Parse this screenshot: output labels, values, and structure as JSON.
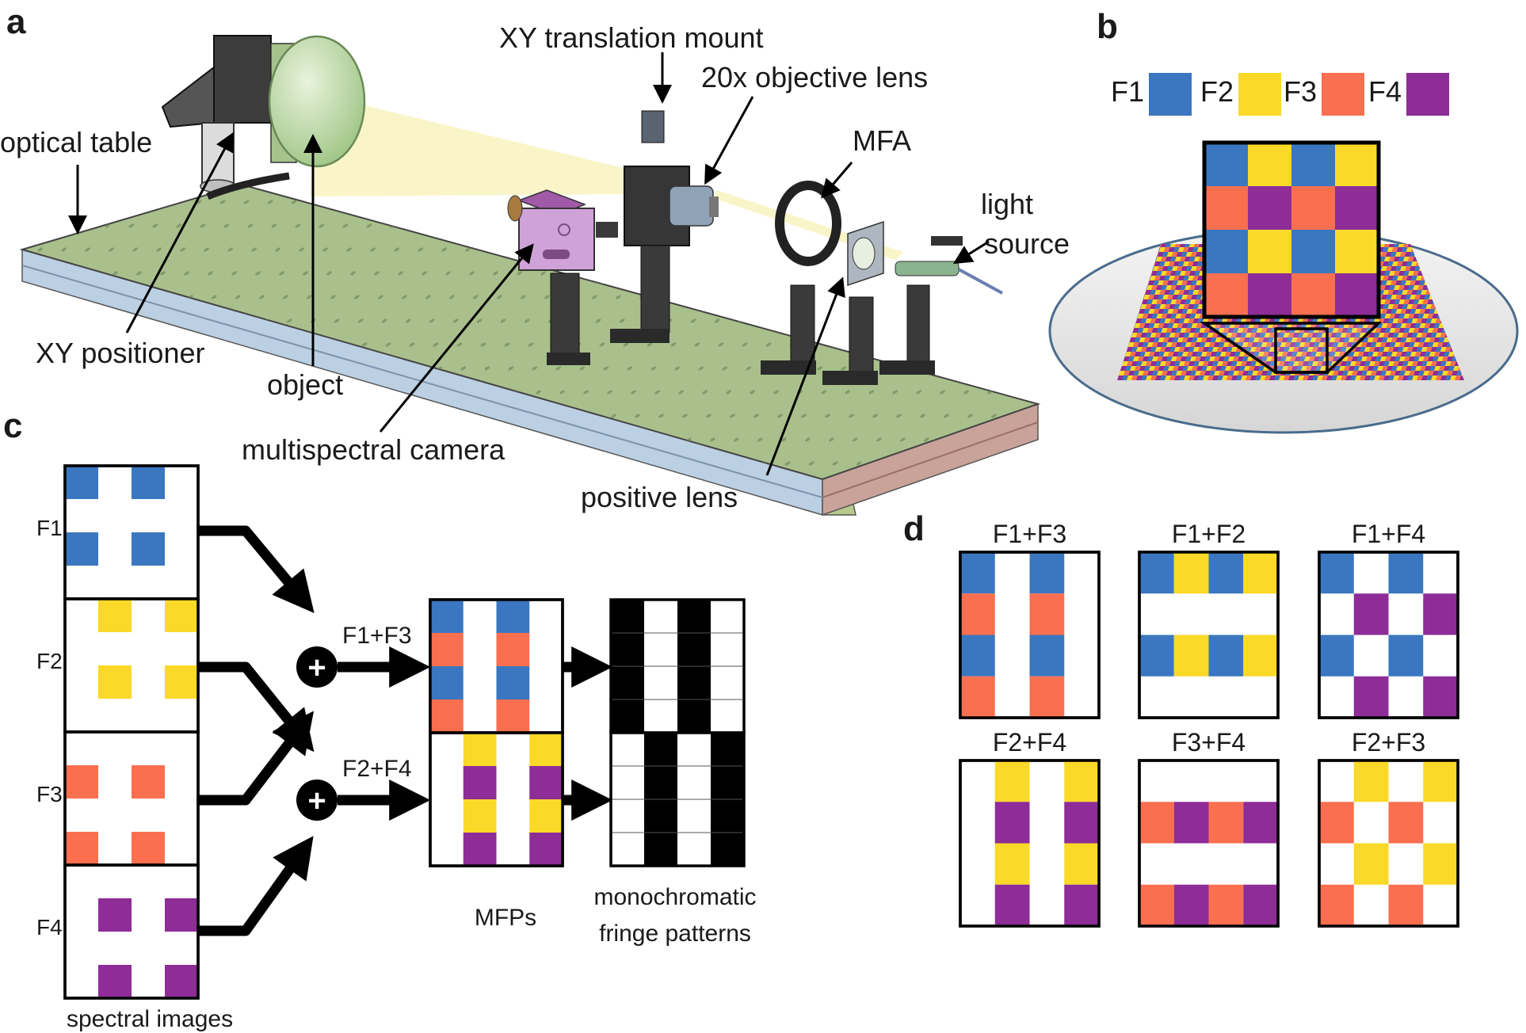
{
  "panels": {
    "a": "a",
    "b": "b",
    "c": "c",
    "d": "d"
  },
  "colors": {
    "F1": "#3a77c0",
    "F2": "#fad928",
    "F3": "#f96f4f",
    "F4": "#8e2c98",
    "table": "#a9c08c",
    "table_edge": "#bcd0e3",
    "lens": "#c9e0b0",
    "beam": "#f8f3bf",
    "camera": "#cfa2d8"
  },
  "panel_a": {
    "labels": {
      "xy_mount": "XY translation mount",
      "objective": "20x objective lens",
      "optical_table": "optical table",
      "mfa": "MFA",
      "light_source": "light source",
      "xy_positioner": "XY positioner",
      "object": "object",
      "camera": "multispectral camera",
      "positive_lens": "positive lens"
    }
  },
  "panel_b": {
    "legend": [
      {
        "name": "F1",
        "color": "F1"
      },
      {
        "name": "F2",
        "color": "F2"
      },
      {
        "name": "F3",
        "color": "F3"
      },
      {
        "name": "F4",
        "color": "F4"
      }
    ],
    "mosaic": [
      [
        "F1",
        "F2",
        "F1",
        "F2"
      ],
      [
        "F3",
        "F4",
        "F3",
        "F4"
      ],
      [
        "F1",
        "F2",
        "F1",
        "F2"
      ],
      [
        "F3",
        "F4",
        "F3",
        "F4"
      ]
    ]
  },
  "panel_c": {
    "spectral": [
      {
        "name": "F1",
        "color": "F1",
        "pattern": [
          [
            1,
            0,
            1,
            0
          ],
          [
            0,
            0,
            0,
            0
          ],
          [
            1,
            0,
            1,
            0
          ],
          [
            0,
            0,
            0,
            0
          ]
        ]
      },
      {
        "name": "F2",
        "color": "F2",
        "pattern": [
          [
            0,
            1,
            0,
            1
          ],
          [
            0,
            0,
            0,
            0
          ],
          [
            0,
            1,
            0,
            1
          ],
          [
            0,
            0,
            0,
            0
          ]
        ]
      },
      {
        "name": "F3",
        "color": "F3",
        "pattern": [
          [
            0,
            0,
            0,
            0
          ],
          [
            1,
            0,
            1,
            0
          ],
          [
            0,
            0,
            0,
            0
          ],
          [
            1,
            0,
            1,
            0
          ]
        ]
      },
      {
        "name": "F4",
        "color": "F4",
        "pattern": [
          [
            0,
            0,
            0,
            0
          ],
          [
            0,
            1,
            0,
            1
          ],
          [
            0,
            0,
            0,
            0
          ],
          [
            0,
            1,
            0,
            1
          ]
        ]
      }
    ],
    "plus": "+",
    "sum_labels": [
      "F1+F3",
      "F2+F4"
    ],
    "mfp_top": [
      [
        "F1",
        "",
        "F1",
        ""
      ],
      [
        "F3",
        "",
        "F3",
        ""
      ],
      [
        "F1",
        "",
        "F1",
        ""
      ],
      [
        "F3",
        "",
        "F3",
        ""
      ]
    ],
    "mfp_bottom": [
      [
        "",
        "F2",
        "",
        "F2"
      ],
      [
        "",
        "F4",
        "",
        "F4"
      ],
      [
        "",
        "F2",
        "",
        "F2"
      ],
      [
        "",
        "F4",
        "",
        "F4"
      ]
    ],
    "mono_top": [
      1,
      0,
      1,
      0
    ],
    "mono_bottom": [
      0,
      1,
      0,
      1
    ],
    "caption_spectral": "spectral images",
    "caption_mfps": "MFPs",
    "caption_mono_1": "monochromatic",
    "caption_mono_2": "fringe patterns"
  },
  "panel_d": {
    "combos": [
      {
        "title": "F1+F3",
        "grid": [
          [
            "F1",
            "",
            "F1",
            ""
          ],
          [
            "F3",
            "",
            "F3",
            ""
          ],
          [
            "F1",
            "",
            "F1",
            ""
          ],
          [
            "F3",
            "",
            "F3",
            ""
          ]
        ]
      },
      {
        "title": "F1+F2",
        "grid": [
          [
            "F1",
            "F2",
            "F1",
            "F2"
          ],
          [
            "",
            "",
            "",
            ""
          ],
          [
            "F1",
            "F2",
            "F1",
            "F2"
          ],
          [
            "",
            "",
            "",
            ""
          ]
        ]
      },
      {
        "title": "F1+F4",
        "grid": [
          [
            "F1",
            "",
            "F1",
            ""
          ],
          [
            "",
            "F4",
            "",
            "F4"
          ],
          [
            "F1",
            "",
            "F1",
            ""
          ],
          [
            "",
            "F4",
            "",
            "F4"
          ]
        ]
      },
      {
        "title": "F2+F4",
        "grid": [
          [
            "",
            "F2",
            "",
            "F2"
          ],
          [
            "",
            "F4",
            "",
            "F4"
          ],
          [
            "",
            "F2",
            "",
            "F2"
          ],
          [
            "",
            "F4",
            "",
            "F4"
          ]
        ]
      },
      {
        "title": "F3+F4",
        "grid": [
          [
            "",
            "",
            "",
            ""
          ],
          [
            "F3",
            "F4",
            "F3",
            "F4"
          ],
          [
            "",
            "",
            "",
            ""
          ],
          [
            "F3",
            "F4",
            "F3",
            "F4"
          ]
        ]
      },
      {
        "title": "F2+F3",
        "grid": [
          [
            "",
            "F2",
            "",
            "F2"
          ],
          [
            "F3",
            "",
            "F3",
            ""
          ],
          [
            "",
            "F2",
            "",
            "F2"
          ],
          [
            "F3",
            "",
            "F3",
            ""
          ]
        ]
      }
    ]
  }
}
